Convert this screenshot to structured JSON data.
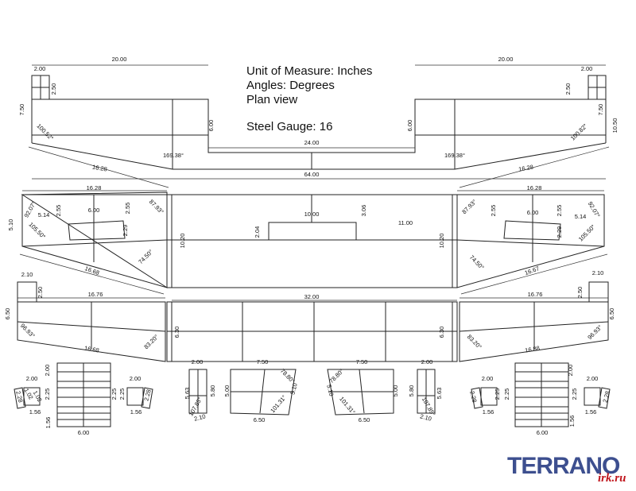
{
  "info": {
    "unit": "Unit of Measure: Inches",
    "angles": "Angles: Degrees",
    "view": "Plan view",
    "gauge": "Steel Gauge: 16"
  },
  "logo": {
    "brand": "TERRANO",
    "site": "irk.ru"
  },
  "colors": {
    "lines": "#222222",
    "logo": "#3d4f8f",
    "logo_accent": "#c0161d"
  },
  "dimensions": [
    "20.00",
    "2.00",
    "2.50",
    "7.50",
    "6.00",
    "100.52°",
    "169.38°",
    "16.28",
    "24.00",
    "64.00",
    "20.00",
    "2.00",
    "2.50",
    "7.50",
    "10.50",
    "6.00",
    "100.82°",
    "169.38°",
    "16.28",
    "16.28",
    "5.10",
    "92.07°",
    "5.14",
    "2.55",
    "6.00",
    "2.55",
    "87.93°",
    "2.29",
    "105.50°",
    "74.50°",
    "16.68",
    "10.20",
    "10.00",
    "3.06",
    "2.04",
    "11.00",
    "10.20",
    "16.28",
    "87.93°",
    "2.55",
    "6.00",
    "2.55",
    "92.07°",
    "5.14",
    "2.29",
    "105.50°",
    "74.50°",
    "16.67",
    "2.10",
    "2.50",
    "16.76",
    "6.50",
    "96.93°",
    "16.68",
    "83.20°",
    "32.00",
    "6.30",
    "6.30",
    "16.76",
    "2.50",
    "2.10",
    "6.50",
    "83.20°",
    "16.88",
    "96.93°",
    "2.00",
    "2.00",
    "2.28",
    "1.02",
    "1.02",
    "2.25",
    "1.56",
    "1.56",
    "6.00",
    "2.25",
    "2.25",
    "2.00",
    "2.28",
    "1.56",
    "2.00",
    "5.63",
    "5.80",
    "107.85°",
    "2.10",
    "7.50",
    "5.00",
    "78.80°",
    "5.10",
    "101.31°",
    "6.50",
    "7.50",
    "78.80°",
    "5.10",
    "101.31°",
    "6.50",
    "5.00",
    "2.00",
    "5.80",
    "5.63",
    "107.85°",
    "2.10",
    "2.00",
    "2.25",
    "2.25",
    "6.00",
    "1.56",
    "2.00",
    "2.25",
    "2.28",
    "1.56",
    "2.28",
    "1.56",
    "2.00"
  ]
}
